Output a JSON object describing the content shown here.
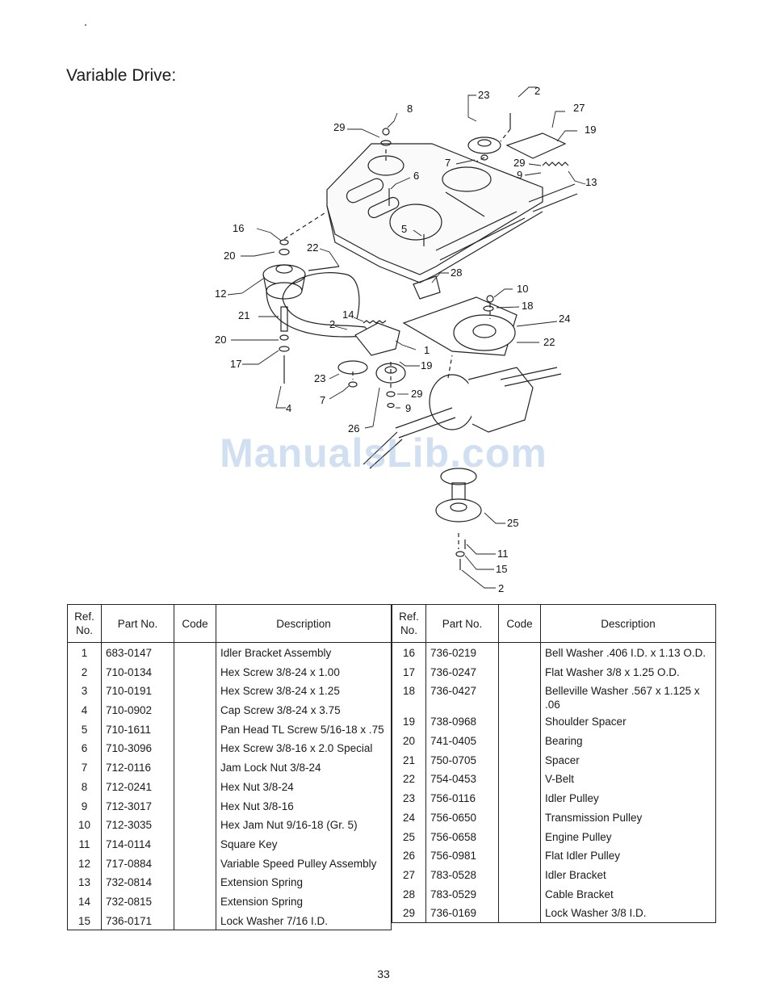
{
  "page": {
    "title": "Variable Drive:",
    "watermark": "ManualsLib.com",
    "page_number": "33"
  },
  "diagram": {
    "callouts": [
      "2",
      "23",
      "27",
      "8",
      "19",
      "29",
      "7",
      "29",
      "9",
      "13",
      "6",
      "16",
      "22",
      "5",
      "20",
      "28",
      "12",
      "10",
      "18",
      "21",
      "14",
      "24",
      "2",
      "1",
      "22",
      "20",
      "17",
      "19",
      "23",
      "29",
      "7",
      "9",
      "4",
      "26",
      "25",
      "11",
      "15",
      "2"
    ]
  },
  "table": {
    "headers": {
      "ref": [
        "Ref.",
        "No."
      ],
      "part": "Part No.",
      "code": "Code",
      "desc": "Description"
    },
    "left_rows": [
      {
        "ref": "1",
        "part": "683-0147",
        "code": "",
        "desc": "Idler Bracket Assembly"
      },
      {
        "ref": "2",
        "part": "710-0134",
        "code": "",
        "desc": "Hex Screw 3/8-24 x 1.00"
      },
      {
        "ref": "3",
        "part": "710-0191",
        "code": "",
        "desc": "Hex Screw 3/8-24 x 1.25"
      },
      {
        "ref": "4",
        "part": "710-0902",
        "code": "",
        "desc": "Cap Screw 3/8-24 x 3.75"
      },
      {
        "ref": "5",
        "part": "710-1611",
        "code": "",
        "desc": "Pan Head TL Screw 5/16-18 x .75"
      },
      {
        "ref": "6",
        "part": "710-3096",
        "code": "",
        "desc": "Hex Screw 3/8-16 x 2.0 Special"
      },
      {
        "ref": "7",
        "part": "712-0116",
        "code": "",
        "desc": "Jam Lock Nut 3/8-24"
      },
      {
        "ref": "8",
        "part": "712-0241",
        "code": "",
        "desc": "Hex Nut 3/8-24"
      },
      {
        "ref": "9",
        "part": "712-3017",
        "code": "",
        "desc": "Hex Nut 3/8-16"
      },
      {
        "ref": "10",
        "part": "712-3035",
        "code": "",
        "desc": "Hex Jam Nut 9/16-18 (Gr. 5)"
      },
      {
        "ref": "11",
        "part": "714-0114",
        "code": "",
        "desc": "Square Key"
      },
      {
        "ref": "12",
        "part": "717-0884",
        "code": "",
        "desc": "Variable Speed Pulley Assembly"
      },
      {
        "ref": "13",
        "part": "732-0814",
        "code": "",
        "desc": "Extension Spring"
      },
      {
        "ref": "14",
        "part": "732-0815",
        "code": "",
        "desc": "Extension Spring"
      },
      {
        "ref": "15",
        "part": "736-0171",
        "code": "",
        "desc": "Lock Washer 7/16 I.D."
      }
    ],
    "right_rows": [
      {
        "ref": "16",
        "part": "736-0219",
        "code": "",
        "desc": "Bell Washer .406 I.D. x 1.13 O.D."
      },
      {
        "ref": "17",
        "part": "736-0247",
        "code": "",
        "desc": "Flat Washer 3/8 x 1.25 O.D."
      },
      {
        "ref": "18",
        "part": "736-0427",
        "code": "",
        "desc": "Belleville Washer .567  x 1.125 x .06"
      },
      {
        "ref": "19",
        "part": "738-0968",
        "code": "",
        "desc": "Shoulder Spacer"
      },
      {
        "ref": "20",
        "part": "741-0405",
        "code": "",
        "desc": "Bearing"
      },
      {
        "ref": "21",
        "part": "750-0705",
        "code": "",
        "desc": "Spacer"
      },
      {
        "ref": "22",
        "part": "754-0453",
        "code": "",
        "desc": "V-Belt"
      },
      {
        "ref": "23",
        "part": "756-0116",
        "code": "",
        "desc": "Idler Pulley"
      },
      {
        "ref": "24",
        "part": "756-0650",
        "code": "",
        "desc": "Transmission Pulley"
      },
      {
        "ref": "25",
        "part": "756-0658",
        "code": "",
        "desc": "Engine Pulley"
      },
      {
        "ref": "26",
        "part": "756-0981",
        "code": "",
        "desc": "Flat Idler Pulley"
      },
      {
        "ref": "27",
        "part": "783-0528",
        "code": "",
        "desc": "Idler Bracket"
      },
      {
        "ref": "28",
        "part": "783-0529",
        "code": "",
        "desc": "Cable Bracket"
      },
      {
        "ref": "29",
        "part": "736-0169",
        "code": "",
        "desc": "Lock Washer 3/8 I.D."
      }
    ]
  }
}
